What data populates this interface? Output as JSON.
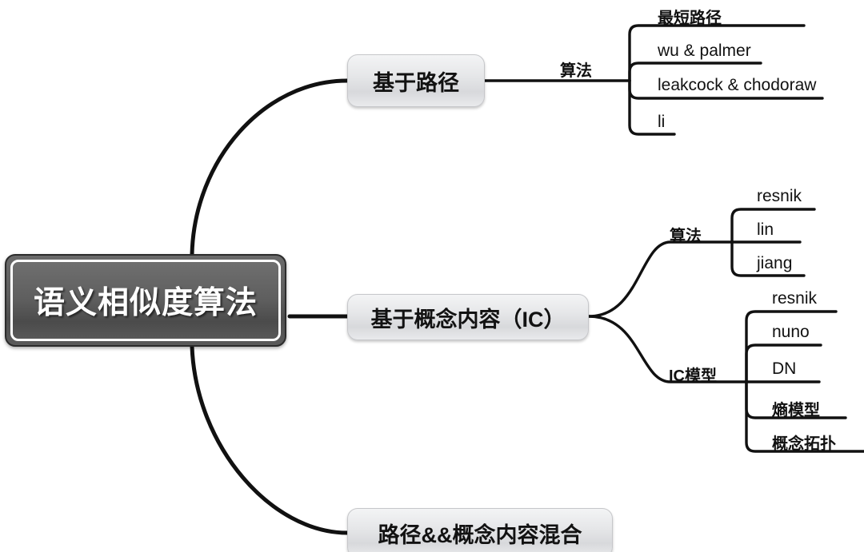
{
  "diagram": {
    "type": "mindmap",
    "root": {
      "label": "语义相似度算法"
    },
    "branches": [
      {
        "label": "基于路径",
        "edge_label": "算法",
        "children": [
          "最短路径",
          "wu & palmer",
          "leakcock & chodoraw",
          "li"
        ]
      },
      {
        "label": "基于概念内容（IC）",
        "subbranches": [
          {
            "label": "算法",
            "children": [
              "resnik",
              "lin",
              "jiang"
            ]
          },
          {
            "label": "IC模型",
            "children": [
              "resnik",
              "nuno",
              "DN",
              "熵模型",
              "概念拓扑"
            ]
          }
        ]
      },
      {
        "label": "路径&&概念内容混合",
        "children": []
      }
    ]
  },
  "colors": {
    "root_fill_dark": "#4e4e4e",
    "root_fill_light": "#6f6f6f",
    "root_text": "#ffffff",
    "node_fill_light": "#f3f4f5",
    "node_fill_dark": "#d8d9dc",
    "node_text": "#121212",
    "edge_stroke": "#111111",
    "background": "#ffffff"
  }
}
